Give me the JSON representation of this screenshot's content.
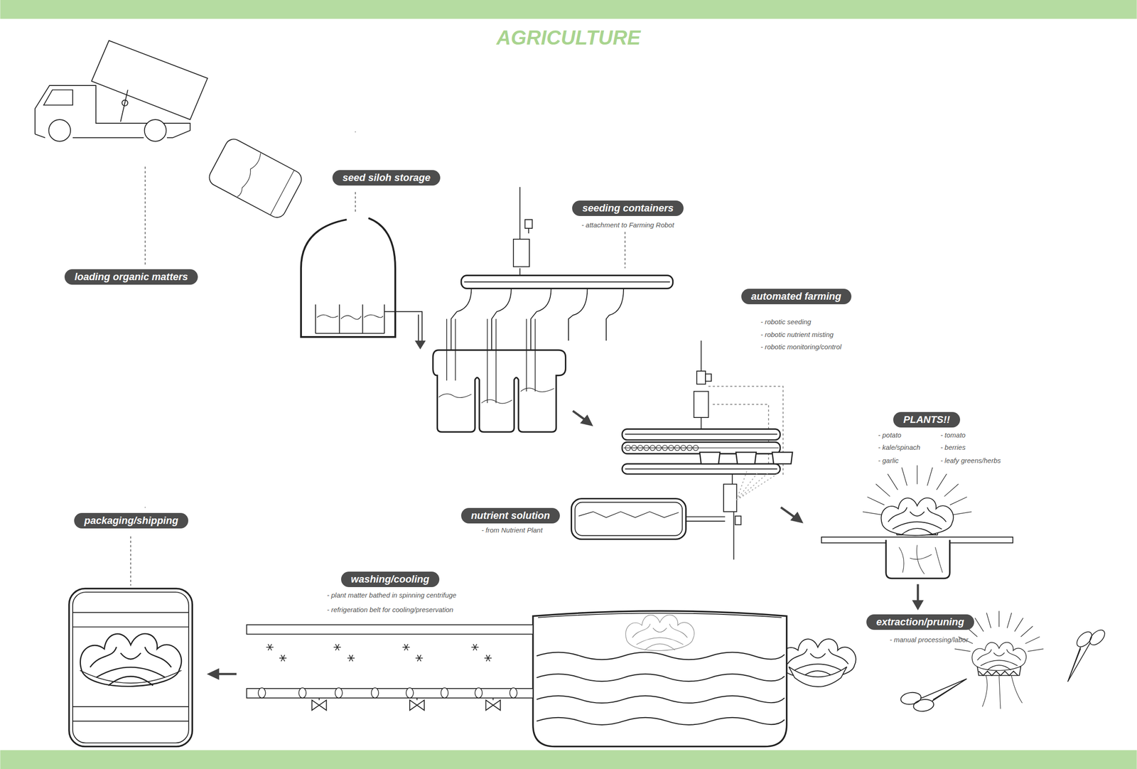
{
  "diagram": {
    "title": "AGRICULTURE",
    "nodes": [
      {
        "text": [
          "seed siloh storage"
        ]
      },
      {
        "text": [
          "seeding containers",
          "- attachment to Farming Robot"
        ]
      },
      {
        "text": [
          "loading organic matters"
        ]
      },
      {
        "text": [
          "automated farming",
          "- robotic seeding",
          "- robotic nutrient misting",
          "- robotic monitoring/control"
        ]
      },
      {
        "text": [
          "PLANTS!!",
          "- potato",
          "- kale/spinach",
          "- garlic",
          "- tomato",
          "- berries",
          "- leafy greens/herbs"
        ]
      },
      {
        "text": [
          "nutrient solution",
          "- from Nutrient Plant"
        ]
      },
      {
        "text": [
          "packaging/shipping"
        ]
      },
      {
        "text": [
          "washing/cooling",
          "- plant matter bathed in spinning centrifuge",
          "- refrigeration belt for cooling/preservation"
        ]
      },
      {
        "text": [
          "extraction/pruning",
          "- manual processing/labor"
        ]
      }
    ]
  }
}
